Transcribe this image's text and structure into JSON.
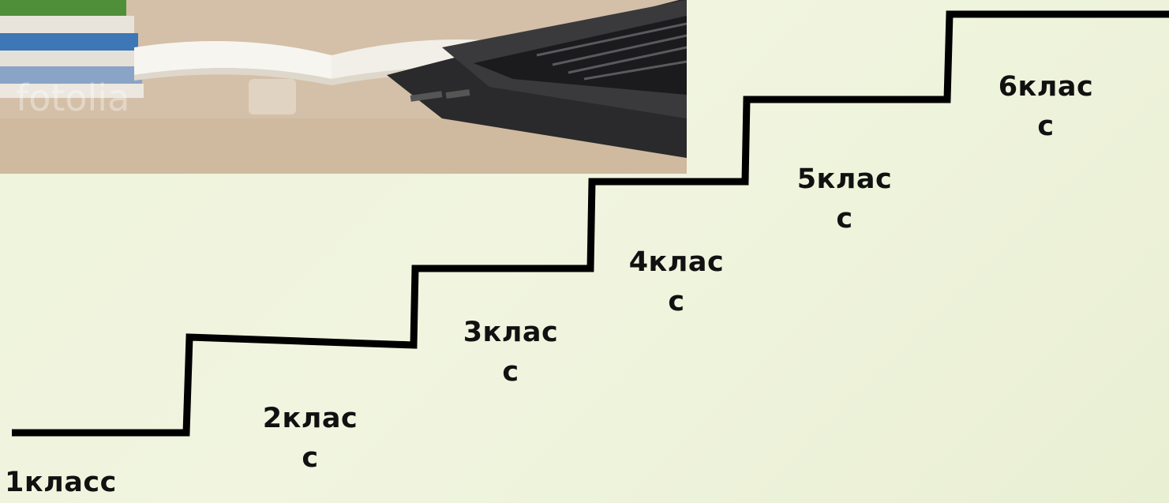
{
  "photo": {
    "alt": "books and laptop on a desk",
    "watermark": "fotolia"
  },
  "steps": [
    {
      "label": "1класс"
    },
    {
      "label": "2клас\nс"
    },
    {
      "label": "3клас\nс"
    },
    {
      "label": "4клас\nс"
    },
    {
      "label": "5клас\nс"
    },
    {
      "label": "6клас\nс"
    }
  ],
  "colors": {
    "background": "#eef3da",
    "stair_line": "#000000",
    "text": "#111111"
  }
}
